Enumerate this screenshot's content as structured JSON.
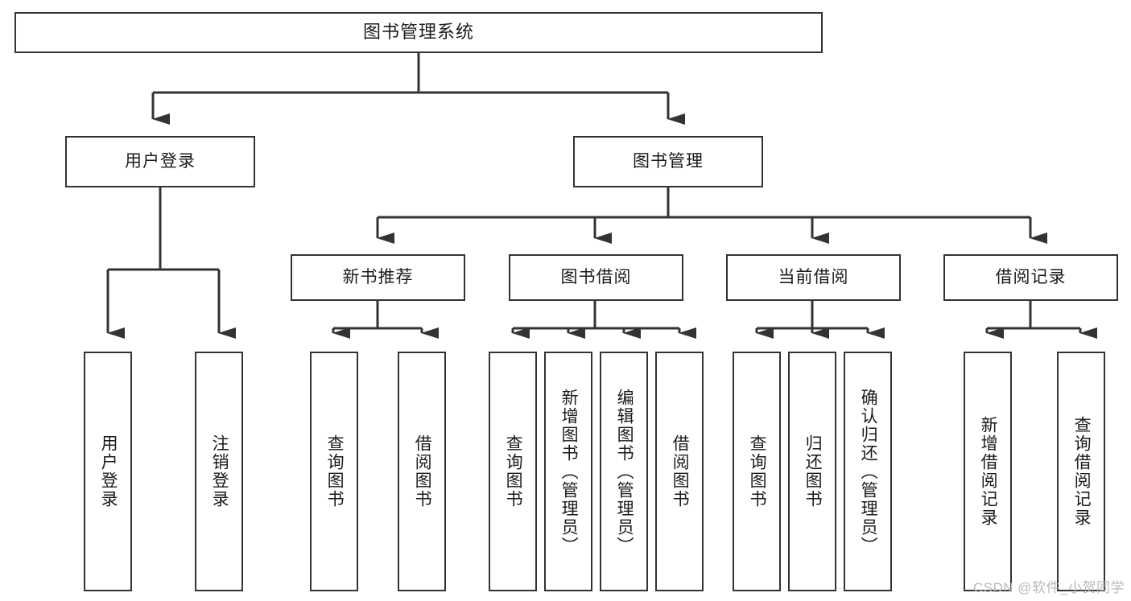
{
  "diagram": {
    "title": "图书管理系统",
    "type": "tree-hierarchy-diagram",
    "watermark": "CSDN @软件_小贺同学",
    "colors": {
      "background": "#ffffff",
      "box_border": "#333333",
      "box_fill": "#ffffff",
      "connector": "#333333",
      "text": "#1b1b1b",
      "watermark": "#b9b9b9"
    },
    "root": {
      "label": "图书管理系统"
    },
    "level2": [
      {
        "label": "用户登录"
      },
      {
        "label": "图书管理"
      }
    ],
    "level3": [
      {
        "label": "新书推荐"
      },
      {
        "label": "图书借阅"
      },
      {
        "label": "当前借阅"
      },
      {
        "label": "借阅记录"
      }
    ],
    "leaves": {
      "user_login": [
        {
          "label": "用户登录"
        },
        {
          "label": "注销登录"
        }
      ],
      "new_book_recommend": [
        {
          "label": "查询图书"
        },
        {
          "label": "借阅图书"
        }
      ],
      "book_borrow": [
        {
          "label": "查询图书"
        },
        {
          "label": "新增图书（管理员）"
        },
        {
          "label": "编辑图书（管理员）"
        },
        {
          "label": "借阅图书"
        }
      ],
      "current_borrow": [
        {
          "label": "查询图书"
        },
        {
          "label": "归还图书"
        },
        {
          "label": "确认归还（管理员）"
        }
      ],
      "borrow_record": [
        {
          "label": "新增借阅记录"
        },
        {
          "label": "查询借阅记录"
        }
      ]
    }
  }
}
